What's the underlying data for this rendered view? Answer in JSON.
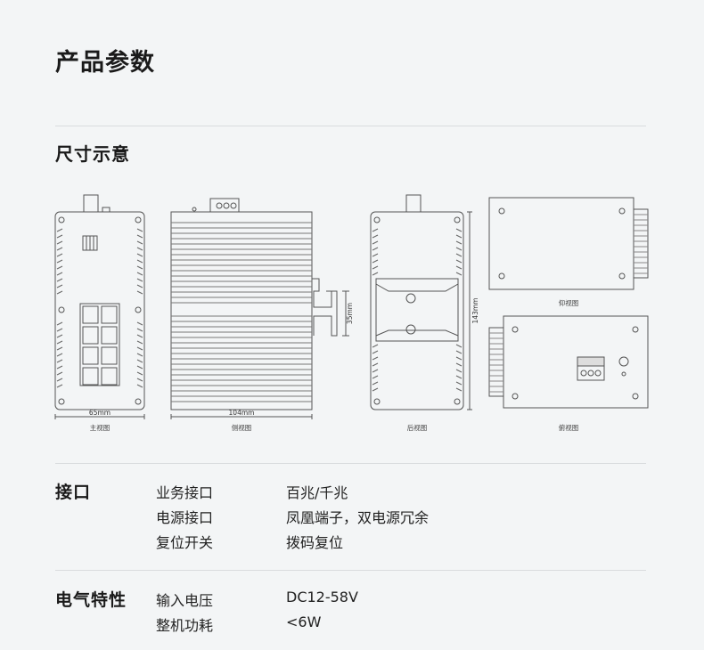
{
  "title": "产品参数",
  "dimension_section": {
    "title": "尺寸示意",
    "dimensions": {
      "front_width": "65mm",
      "side_width": "104mm",
      "height": "143mm",
      "din_rail": "35mm"
    },
    "views": {
      "front": "主视图",
      "side": "侧视图",
      "back": "后视图",
      "bottom": "仰视图",
      "top": "俯视图"
    }
  },
  "interface_section": {
    "heading": "接口",
    "rows": [
      {
        "label": "业务接口",
        "value": "百兆/千兆"
      },
      {
        "label": "电源接口",
        "value": "凤凰端子，双电源冗余"
      },
      {
        "label": "复位开关",
        "value": "拨码复位"
      }
    ]
  },
  "electrical_section": {
    "heading": "电气特性",
    "rows": [
      {
        "label": "输入电压",
        "value": "DC12-58V"
      },
      {
        "label": "整机功耗",
        "value": "<6W"
      }
    ]
  }
}
